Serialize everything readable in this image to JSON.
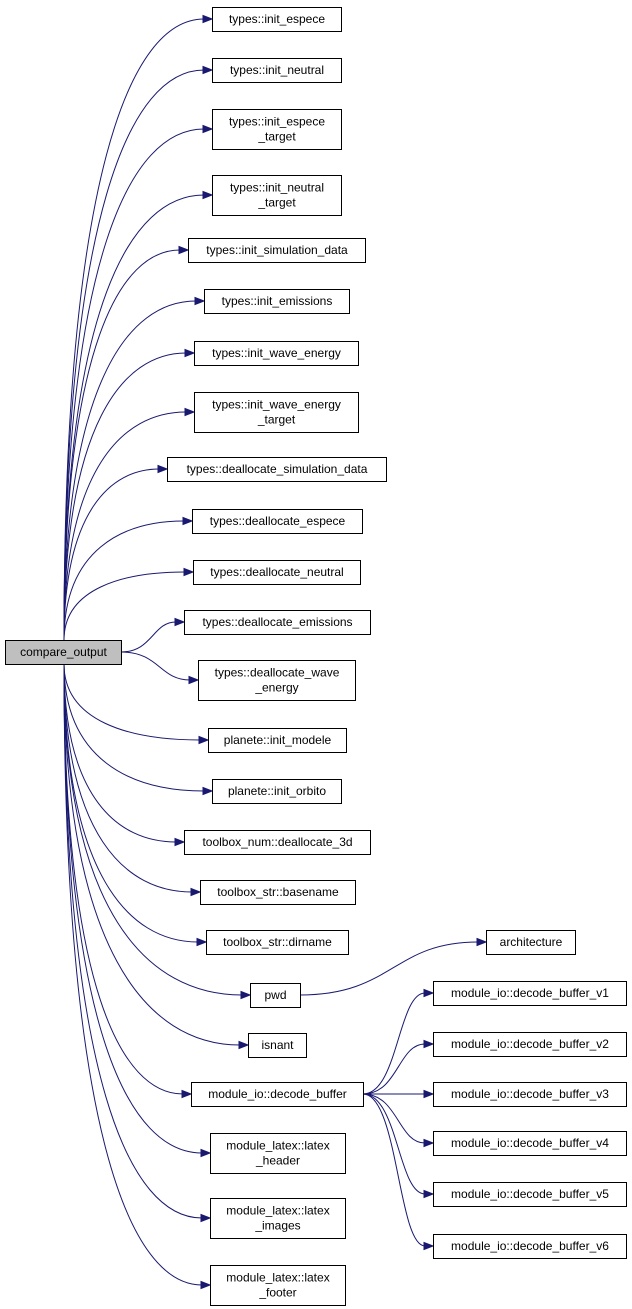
{
  "colors": {
    "edge": "#191970",
    "root_fill": "#bfbfbf",
    "node_fill": "#ffffff",
    "border": "#000000"
  },
  "root": {
    "id": "compare_output",
    "lines": [
      "compare_output"
    ]
  },
  "nodes": [
    {
      "id": "init_espece",
      "lines": [
        "types::init_espece"
      ]
    },
    {
      "id": "init_neutral",
      "lines": [
        "types::init_neutral"
      ]
    },
    {
      "id": "init_espece_target",
      "lines": [
        "types::init_espece",
        "_target"
      ]
    },
    {
      "id": "init_neutral_target",
      "lines": [
        "types::init_neutral",
        "_target"
      ]
    },
    {
      "id": "init_simulation_data",
      "lines": [
        "types::init_simulation_data"
      ]
    },
    {
      "id": "init_emissions",
      "lines": [
        "types::init_emissions"
      ]
    },
    {
      "id": "init_wave_energy",
      "lines": [
        "types::init_wave_energy"
      ]
    },
    {
      "id": "init_wave_energy_target",
      "lines": [
        "types::init_wave_energy",
        "_target"
      ]
    },
    {
      "id": "deallocate_simulation_data",
      "lines": [
        "types::deallocate_simulation_data"
      ]
    },
    {
      "id": "deallocate_espece",
      "lines": [
        "types::deallocate_espece"
      ]
    },
    {
      "id": "deallocate_neutral",
      "lines": [
        "types::deallocate_neutral"
      ]
    },
    {
      "id": "deallocate_emissions",
      "lines": [
        "types::deallocate_emissions"
      ]
    },
    {
      "id": "deallocate_wave_energy",
      "lines": [
        "types::deallocate_wave",
        "_energy"
      ]
    },
    {
      "id": "init_modele",
      "lines": [
        "planete::init_modele"
      ]
    },
    {
      "id": "init_orbito",
      "lines": [
        "planete::init_orbito"
      ]
    },
    {
      "id": "deallocate_3d",
      "lines": [
        "toolbox_num::deallocate_3d"
      ]
    },
    {
      "id": "basename",
      "lines": [
        "toolbox_str::basename"
      ]
    },
    {
      "id": "dirname",
      "lines": [
        "toolbox_str::dirname"
      ]
    },
    {
      "id": "pwd",
      "lines": [
        "pwd"
      ]
    },
    {
      "id": "isnant",
      "lines": [
        "isnant"
      ]
    },
    {
      "id": "decode_buffer",
      "lines": [
        "module_io::decode_buffer"
      ]
    },
    {
      "id": "latex_header",
      "lines": [
        "module_latex::latex",
        "_header"
      ]
    },
    {
      "id": "latex_images",
      "lines": [
        "module_latex::latex",
        "_images"
      ]
    },
    {
      "id": "latex_footer",
      "lines": [
        "module_latex::latex",
        "_footer"
      ]
    },
    {
      "id": "architecture",
      "lines": [
        "architecture"
      ]
    },
    {
      "id": "decode_buffer_v1",
      "lines": [
        "module_io::decode_buffer_v1"
      ]
    },
    {
      "id": "decode_buffer_v2",
      "lines": [
        "module_io::decode_buffer_v2"
      ]
    },
    {
      "id": "decode_buffer_v3",
      "lines": [
        "module_io::decode_buffer_v3"
      ]
    },
    {
      "id": "decode_buffer_v4",
      "lines": [
        "module_io::decode_buffer_v4"
      ]
    },
    {
      "id": "decode_buffer_v5",
      "lines": [
        "module_io::decode_buffer_v5"
      ]
    },
    {
      "id": "decode_buffer_v6",
      "lines": [
        "module_io::decode_buffer_v6"
      ]
    }
  ],
  "edges": [
    [
      "compare_output",
      "init_espece"
    ],
    [
      "compare_output",
      "init_neutral"
    ],
    [
      "compare_output",
      "init_espece_target"
    ],
    [
      "compare_output",
      "init_neutral_target"
    ],
    [
      "compare_output",
      "init_simulation_data"
    ],
    [
      "compare_output",
      "init_emissions"
    ],
    [
      "compare_output",
      "init_wave_energy"
    ],
    [
      "compare_output",
      "init_wave_energy_target"
    ],
    [
      "compare_output",
      "deallocate_simulation_data"
    ],
    [
      "compare_output",
      "deallocate_espece"
    ],
    [
      "compare_output",
      "deallocate_neutral"
    ],
    [
      "compare_output",
      "deallocate_emissions"
    ],
    [
      "compare_output",
      "deallocate_wave_energy"
    ],
    [
      "compare_output",
      "init_modele"
    ],
    [
      "compare_output",
      "init_orbito"
    ],
    [
      "compare_output",
      "deallocate_3d"
    ],
    [
      "compare_output",
      "basename"
    ],
    [
      "compare_output",
      "dirname"
    ],
    [
      "compare_output",
      "pwd"
    ],
    [
      "compare_output",
      "isnant"
    ],
    [
      "compare_output",
      "decode_buffer"
    ],
    [
      "compare_output",
      "latex_header"
    ],
    [
      "compare_output",
      "latex_images"
    ],
    [
      "compare_output",
      "latex_footer"
    ],
    [
      "pwd",
      "architecture"
    ],
    [
      "decode_buffer",
      "decode_buffer_v1"
    ],
    [
      "decode_buffer",
      "decode_buffer_v2"
    ],
    [
      "decode_buffer",
      "decode_buffer_v3"
    ],
    [
      "decode_buffer",
      "decode_buffer_v4"
    ],
    [
      "decode_buffer",
      "decode_buffer_v5"
    ],
    [
      "decode_buffer",
      "decode_buffer_v6"
    ]
  ]
}
